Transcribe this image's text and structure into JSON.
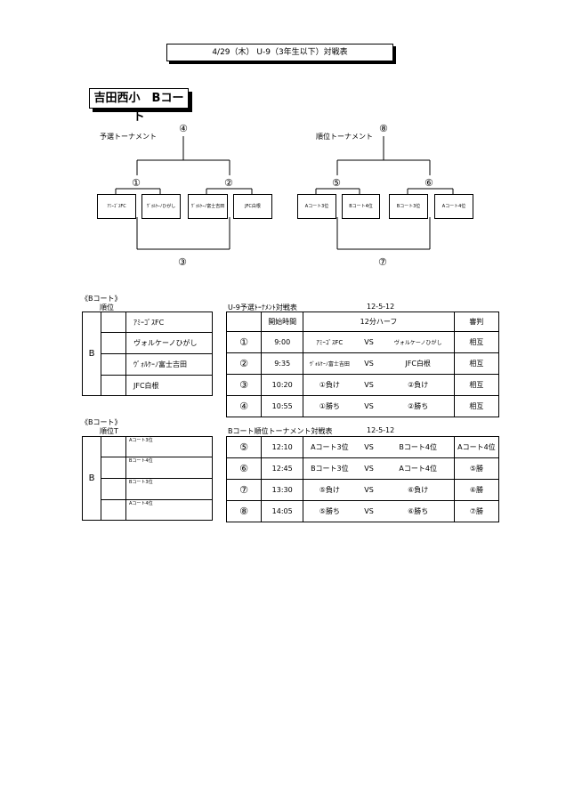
{
  "header": {
    "title": "4/29（木）  U-9（3年生以下）対戦表"
  },
  "venue": {
    "name": "吉田西小　Bコート"
  },
  "bracket_left": {
    "label": "予選トーナメント",
    "top": "④",
    "left_mid": "①",
    "right_mid": "②",
    "bottom": "③",
    "teams": [
      "ｱﾐｰｺﾞｽFC",
      "ｳﾞｫﾙｹｰﾉひがし",
      "ｳﾞｫﾙｹｰﾉ富士吉田",
      "JFC白根"
    ]
  },
  "bracket_right": {
    "label": "順位トーナメント",
    "top": "⑧",
    "left_mid": "⑤",
    "right_mid": "⑥",
    "bottom": "⑦",
    "teams": [
      "Aコート3位",
      "Bコート4位",
      "Bコート3位",
      "Aコート4位"
    ]
  },
  "section1": {
    "court_label": "《Bコート》",
    "rank_label": "順位",
    "group": "B",
    "teams": [
      "ｱﾐｰｺﾞｽFC",
      "ヴォルケーノひがし",
      "ｳﾞｫﾙｹｰﾉ富士吉田",
      "JFC白根"
    ],
    "table_title": "U-9予選ﾄｰﾅﾒﾝﾄ対戦表",
    "date": "12-5-12",
    "headers": {
      "time": "開始時間",
      "format": "12分ハーフ",
      "ref": "審判"
    },
    "rows": [
      {
        "no": "①",
        "time": "9:00",
        "home": "ｱﾐｰｺﾞｽFC",
        "vs": "VS",
        "away": "ヴォルケーノひがし",
        "ref": "相互"
      },
      {
        "no": "②",
        "time": "9:35",
        "home": "ｳﾞｫﾙｹｰﾉ富士吉田",
        "vs": "VS",
        "away": "JFC白根",
        "ref": "相互"
      },
      {
        "no": "③",
        "time": "10:20",
        "home": "①負け",
        "vs": "VS",
        "away": "②負け",
        "ref": "相互"
      },
      {
        "no": "④",
        "time": "10:55",
        "home": "①勝ち",
        "vs": "VS",
        "away": "②勝ち",
        "ref": "相互"
      }
    ]
  },
  "section2": {
    "court_label": "《Bコート》",
    "rank_label": "順位T",
    "group": "B",
    "teams": [
      "Aコート3位",
      "Bコート4位",
      "Bコート3位",
      "Aコート4位"
    ],
    "table_title": "Bコート順位トーナメント対戦表",
    "date": "12-5-12",
    "rows": [
      {
        "no": "⑤",
        "time": "12:10",
        "home": "Aコート3位",
        "vs": "VS",
        "away": "Bコート4位",
        "ref": "Aコート4位"
      },
      {
        "no": "⑥",
        "time": "12:45",
        "home": "Bコート3位",
        "vs": "VS",
        "away": "Aコート4位",
        "ref": "⑤勝"
      },
      {
        "no": "⑦",
        "time": "13:30",
        "home": "⑤負け",
        "vs": "VS",
        "away": "⑥負け",
        "ref": "⑥勝"
      },
      {
        "no": "⑧",
        "time": "14:05",
        "home": "⑤勝ち",
        "vs": "VS",
        "away": "⑥勝ち",
        "ref": "⑦勝"
      }
    ]
  }
}
